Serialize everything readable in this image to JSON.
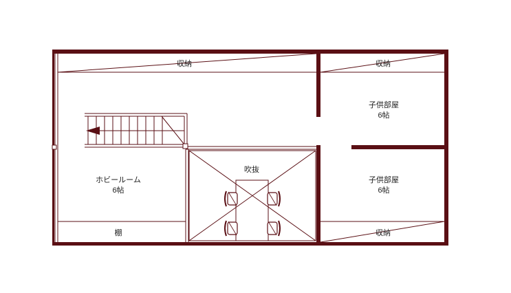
{
  "floor_plan": {
    "rooms": {
      "hobby_room": {
        "name": "ホビールーム",
        "size": "6帖"
      },
      "kids_room_1": {
        "name": "子供部屋",
        "size": "6帖"
      },
      "kids_room_2": {
        "name": "子供部屋",
        "size": "6帖"
      },
      "void": {
        "name": "吹抜"
      },
      "storage_top_left": {
        "name": "収納"
      },
      "storage_top_right": {
        "name": "収納"
      },
      "storage_bottom_right": {
        "name": "収納"
      },
      "shelf": {
        "name": "棚"
      }
    }
  }
}
